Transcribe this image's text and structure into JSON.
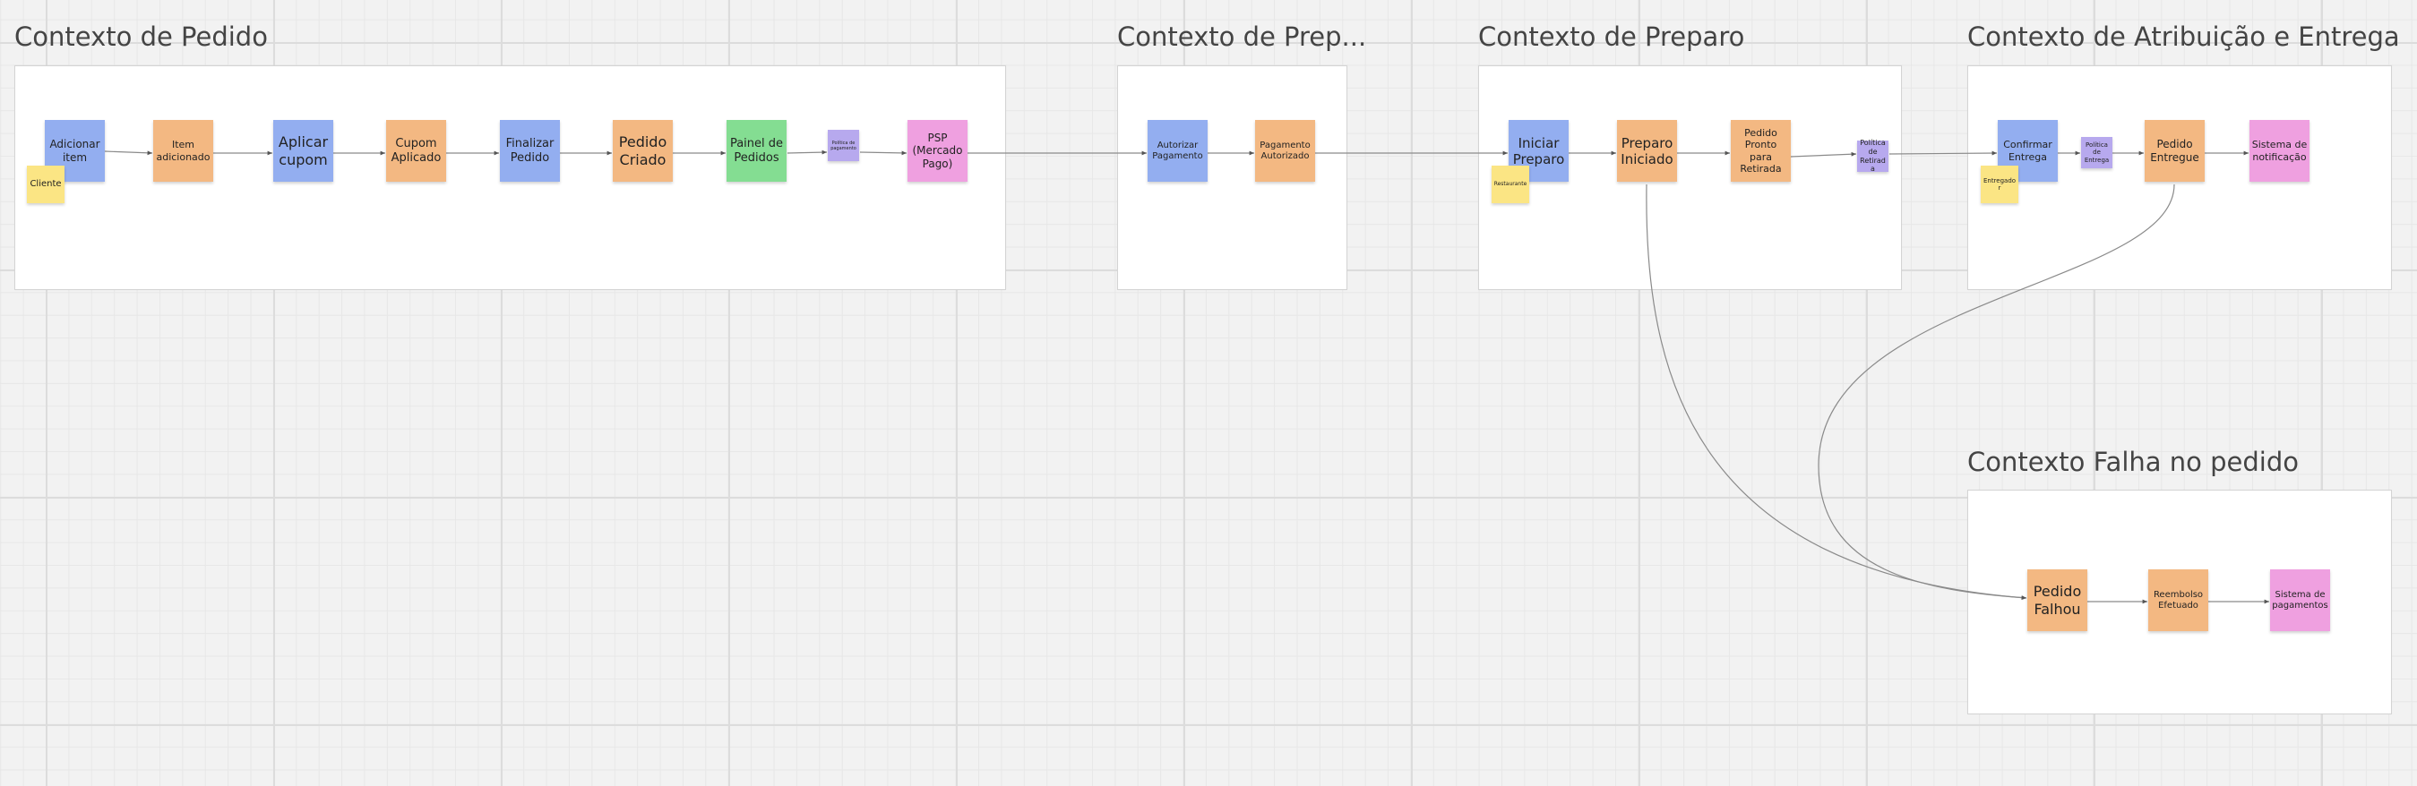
{
  "colors": {
    "command": "#93aef0",
    "event": "#f3b882",
    "read_model": "#84dd92",
    "external_system": "#efa0e0",
    "actor": "#fbe584",
    "policy": "#b7a9ee"
  },
  "contexts": {
    "pedido": "Contexto de Pedido",
    "pagamento": "Contexto de Prep...",
    "preparo": "Contexto de Preparo",
    "entrega": "Contexto de Atribuição e Entrega",
    "falha": "Contexto Falha no pedido"
  },
  "stickies": {
    "adicionar_item": "Adicionar item",
    "cliente": "Cliente",
    "item_adicionado": "Item adicionado",
    "aplicar_cupom": "Aplicar cupom",
    "cupom_aplicado": "Cupom Aplicado",
    "finalizar_pedido": "Finalizar Pedido",
    "pedido_criado": "Pedido Criado",
    "painel_pedidos": "Painel de Pedidos",
    "politica_pagamento": "Política de pagamento",
    "psp": "PSP (Mercado Pago)",
    "autorizar_pagamento": "Autorizar Pagamento",
    "pagamento_autorizado": "Pagamento Autorizado",
    "iniciar_preparo": "Iniciar Preparo",
    "restaurante": "Restaurante",
    "preparo_iniciado": "Preparo Iniciado",
    "pedido_pronto": "Pedido Pronto para Retirada",
    "politica_retirada": "Política de Retirada",
    "confirmar_entrega": "Confirmar Entrega",
    "entregador": "Entregador",
    "politica_entrega": "Política de Entrega",
    "pedido_entregue": "Pedido Entregue",
    "sistema_notificacao": "Sistema de notificação",
    "pedido_falhou": "Pedido Falhou",
    "reembolso_efetuado": "Reembolso Efetuado",
    "sistema_pagamentos": "Sistema de pagamentos"
  }
}
